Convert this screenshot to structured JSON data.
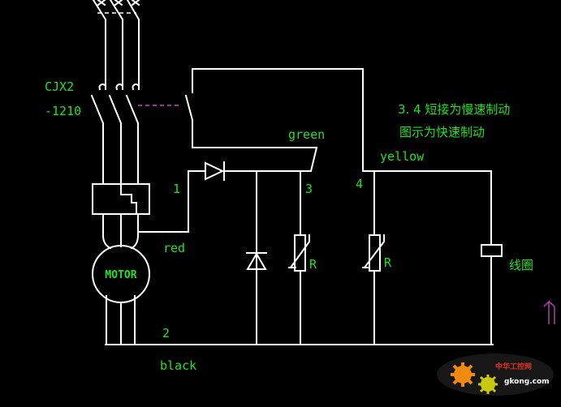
{
  "diagram": {
    "contactor_model": "CJX2",
    "contactor_rating": "-1210",
    "motor_label": "MOTOR",
    "terminal_1": "1",
    "terminal_2": "2",
    "terminal_3": "3",
    "terminal_4": "4",
    "wire_green": "green",
    "wire_yellow": "yellow",
    "wire_red": "red",
    "wire_black": "black",
    "resistor_label_1": "R",
    "resistor_label_2": "R",
    "coil_label": "线圈",
    "note_line_1": "3. 4 短接为慢速制动",
    "note_line_2": "图示为快速制动"
  },
  "watermark": {
    "brand": "中华工控网",
    "domain": "gkong.com"
  },
  "colors": {
    "background": "#000000",
    "wire": "#ffffff",
    "label": "#22e022",
    "dashed_link": "#d23cd2",
    "watermark_red": "#e0301e",
    "watermark_orange": "#f08a10"
  }
}
